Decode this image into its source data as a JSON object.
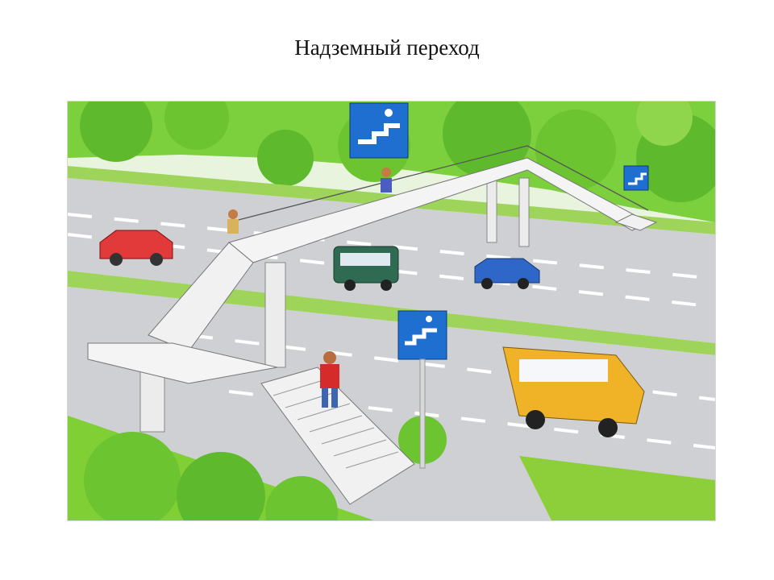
{
  "slide": {
    "title": "Надземный переход"
  },
  "illustration": {
    "subject": "overpass",
    "signs": [
      "pedestrian-overpass-sign",
      "pedestrian-overpass-sign",
      "pedestrian-overpass-sign"
    ],
    "vehicles": [
      "red-car",
      "green-minibus",
      "blue-car",
      "yellow-bus"
    ],
    "colors": {
      "grass": "#8ccf3a",
      "trees": "#5fbf2f",
      "road": "#cfd0d3",
      "sign_blue": "#1f6fd1",
      "bridge": "#f4f4f4"
    }
  }
}
